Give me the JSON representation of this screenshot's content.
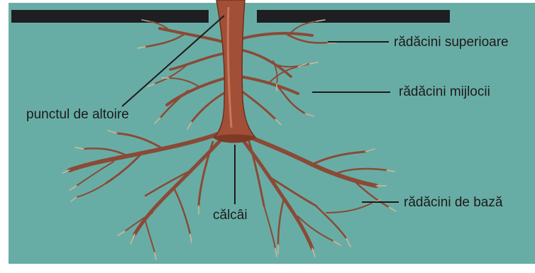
{
  "labels": {
    "graft_point": "punctul de altoire",
    "upper_roots": "rădăcini superioare",
    "middle_roots": "rădăcini mijlocii",
    "heel": "călcâi",
    "base_roots": "rădăcini de bază"
  },
  "colors": {
    "background": "#68ada5",
    "ground_bar": "#1e1f22",
    "trunk": "#a14f36",
    "root": "#8a4a36",
    "root_tip": "#d9b89a",
    "leader": "#1d1a1a"
  }
}
